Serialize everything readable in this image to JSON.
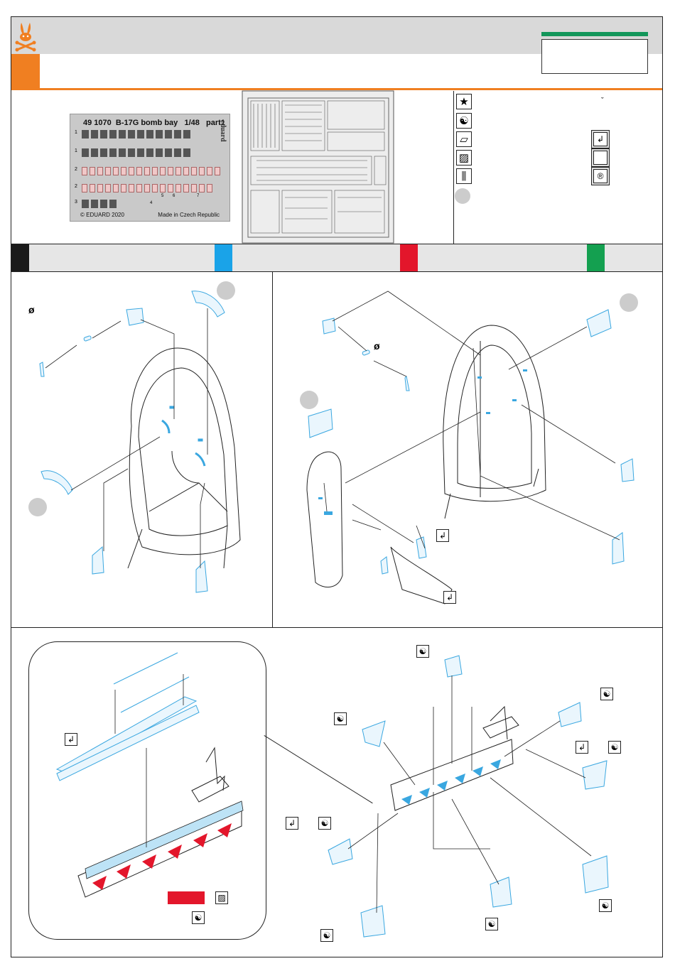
{
  "fret": {
    "title": "49 1070  B-17G bomb bay   1/48   part1",
    "brand": "eduard",
    "copyright": "© EDUARD 2020",
    "made_in": "Made in Czech Republic",
    "row_numbers": [
      "1",
      "1",
      "2",
      "2",
      "3"
    ],
    "small_numbers": [
      "5",
      "6",
      "7",
      "4"
    ]
  },
  "colors": {
    "accent_orange": "#f07f21",
    "header_grey": "#d9d9d9",
    "brand_green": "#13965a",
    "part_blue": "#3aa7e0",
    "swatch_black": "#1a1a1a",
    "swatch_blue": "#1aa3e8",
    "swatch_red": "#e3162b",
    "swatch_green": "#14a050"
  },
  "legend": {
    "icons": [
      "star-icon",
      "yin-yang-icon",
      "paper-icon",
      "file-icon",
      "drill-icon",
      "step-icon"
    ],
    "right_icons": [
      "bend-icon",
      "blank-icon",
      "registered-icon"
    ],
    "caret": "ˇ"
  },
  "symbols": {
    "diameter": "ø",
    "bend": "↲",
    "remove": "☯"
  }
}
